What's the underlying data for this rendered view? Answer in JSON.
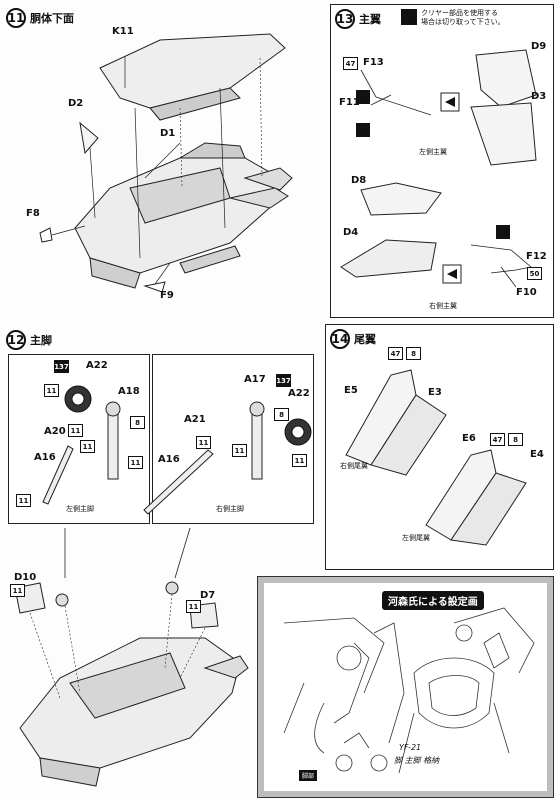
{
  "step11": {
    "num": "11",
    "title": "胴体下面",
    "labels": {
      "k11": "K11",
      "d2": "D2",
      "d1": "D1",
      "f8": "F8",
      "f9": "F9"
    }
  },
  "step13": {
    "num": "13",
    "title": "主翼",
    "note_line1": "クリヤー部品を使用する",
    "note_line2": "場合は切り取って下さい。",
    "labels": {
      "f13": "F13",
      "f11": "F11",
      "d9": "D9",
      "d3": "D3",
      "d8": "D8",
      "d4": "D4",
      "f12": "F12",
      "f10": "F10"
    },
    "badges": {
      "b47": "47",
      "b50": "50"
    },
    "captions": {
      "left": "左側主翼",
      "right": "右側主翼"
    }
  },
  "step12": {
    "num": "12",
    "title": "主脚",
    "labels": {
      "a22l": "A22",
      "a18": "A18",
      "a20": "A20",
      "a16l": "A16",
      "a17": "A17",
      "a22r": "A22",
      "a21": "A21",
      "a16r": "A16",
      "d10": "D10",
      "d7": "D7"
    },
    "badges": {
      "b137l": "137",
      "b11a": "11",
      "b8l": "8",
      "b11b": "11",
      "b11c": "11",
      "b11d": "11",
      "b137r": "137",
      "b11e": "11",
      "b8r": "8",
      "b11f": "11",
      "b11g": "11",
      "b11h": "11",
      "b11i": "11",
      "b11j": "11"
    },
    "captions": {
      "left": "左側主脚",
      "right": "右側主脚"
    }
  },
  "step14": {
    "num": "14",
    "title": "尾翼",
    "labels": {
      "e5": "E5",
      "e3": "E3",
      "e6": "E6",
      "e4": "E4"
    },
    "badges": {
      "b47a": "47",
      "b8a": "8",
      "b47b": "47",
      "b8b": "8"
    },
    "captions": {
      "right": "右側尾翼",
      "left": "左側尾翼"
    }
  },
  "settei": {
    "title": "河森氏による設定画",
    "tag": "脚部",
    "sign_line1": "YF-21",
    "sign_line2": "脚 主脚 格納"
  }
}
